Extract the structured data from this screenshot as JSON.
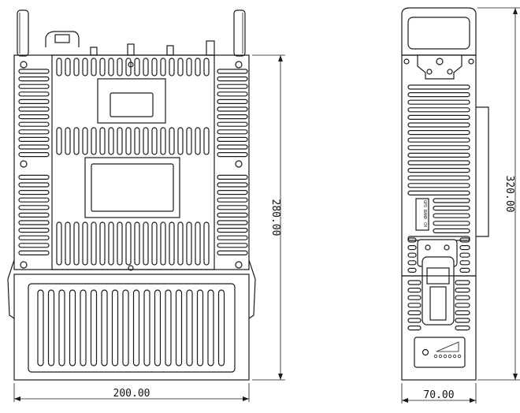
{
  "dimensions": {
    "front_width": "200.00",
    "front_height": "280.00",
    "side_width": "70.00",
    "side_height": "320.00"
  },
  "side_panel": {
    "label_top": "GPS",
    "label_mid": "BAND",
    "label_bottom": "CH"
  }
}
